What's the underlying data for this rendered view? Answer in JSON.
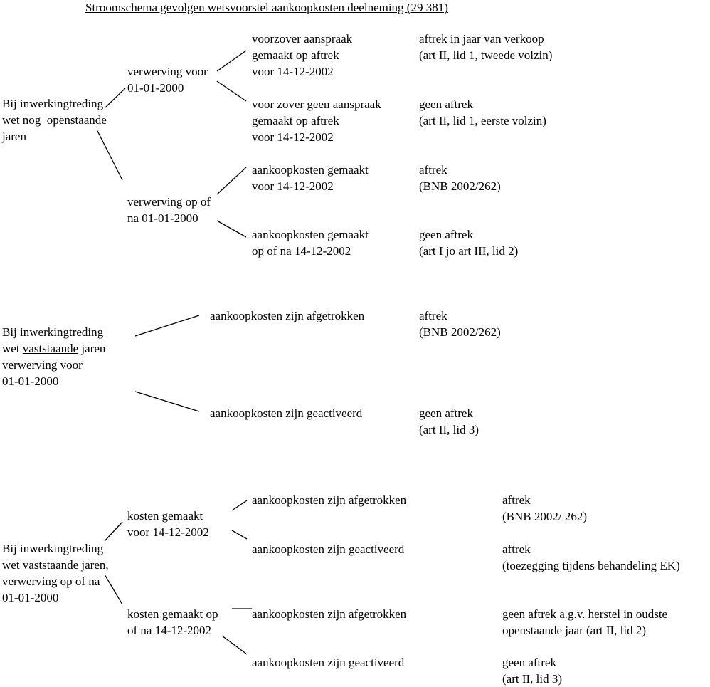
{
  "title": "Stroomschema gevolgen wetsvoorstel aankoopkosten deelneming (29 381)",
  "section1": {
    "root": {
      "line1": "Bij inwerkingtreding",
      "line2_pre": "wet nog",
      "line2_u": "openstaande",
      "line3": "jaren"
    },
    "branch_a": {
      "line1": "verwerving voor",
      "line2": "01-01-2000"
    },
    "branch_a_case1": {
      "line1": "voorzover aanspraak",
      "line2": "gemaakt op aftrek",
      "line3": "voor 14-12-2002"
    },
    "branch_a_result1": {
      "line1": "aftrek in jaar van verkoop",
      "line2": "(art II, lid 1, tweede volzin)"
    },
    "branch_a_case2": {
      "line1": "voor zover geen aanspraak",
      "line2": "gemaakt op aftrek",
      "line3": "voor 14-12-2002"
    },
    "branch_a_result2": {
      "line1": "geen aftrek",
      "line2": "(art II, lid 1, eerste volzin)"
    },
    "branch_b": {
      "line1": "verwerving op of",
      "line2": "na 01-01-2000"
    },
    "branch_b_case1": {
      "line1": "aankoopkosten gemaakt",
      "line2": "voor 14-12-2002"
    },
    "branch_b_result1": {
      "line1": "aftrek",
      "line2": "(BNB 2002/262)"
    },
    "branch_b_case2": {
      "line1": "aankoopkosten gemaakt",
      "line2": "op of na 14-12-2002"
    },
    "branch_b_result2": {
      "line1": "geen aftrek",
      "line2": "(art I jo art III, lid 2)"
    }
  },
  "section2": {
    "root": {
      "line1": "Bij inwerkingtreding",
      "line2_pre": "wet",
      "line2_u": "vaststaande",
      "line2_post": "jaren",
      "line3": "verwerving voor",
      "line4": "01-01-2000"
    },
    "case1": "aankoopkosten zijn afgetrokken",
    "result1": {
      "line1": "aftrek",
      "line2": "(BNB 2002/262)"
    },
    "case2": "aankoopkosten zijn geactiveerd",
    "result2": {
      "line1": "geen aftrek",
      "line2": "(art II, lid 3)"
    }
  },
  "section3": {
    "root": {
      "line1": "Bij inwerkingtreding",
      "line2_pre": "wet",
      "line2_u": "vaststaande",
      "line2_post": "jaren,",
      "line3": "verwerving op of na",
      "line4": "01-01-2000"
    },
    "branch_a": {
      "line1": "kosten gemaakt",
      "line2": "voor 14-12-2002"
    },
    "branch_a_case1": "aankoopkosten zijn afgetrokken",
    "branch_a_result1": {
      "line1": "aftrek",
      "line2": "(BNB 2002/ 262)"
    },
    "branch_a_case2": "aankoopkosten zijn geactiveerd",
    "branch_a_result2": {
      "line1": "aftrek",
      "line2": "(toezegging tijdens behandeling EK)"
    },
    "branch_b": {
      "line1": "kosten gemaakt op",
      "line2": "of na 14-12-2002"
    },
    "branch_b_case1": "aankoopkosten zijn afgetrokken",
    "branch_b_result1": {
      "line1": "geen aftrek a.g.v. herstel in oudste",
      "line2": "openstaande jaar (art II, lid 2)"
    },
    "branch_b_case2": "aankoopkosten zijn geactiveerd",
    "branch_b_result2": {
      "line1": "geen aftrek",
      "line2": "(art II, lid 3)"
    }
  }
}
